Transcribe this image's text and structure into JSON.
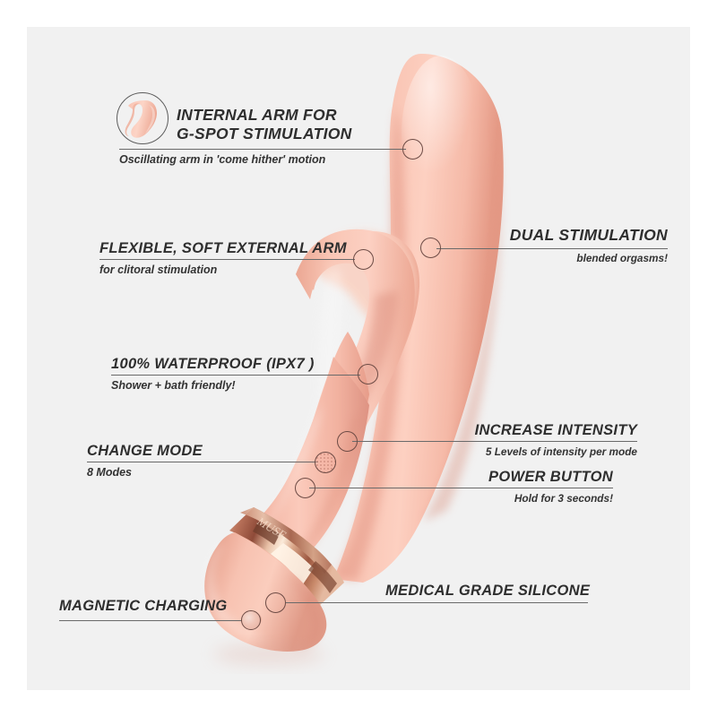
{
  "page": {
    "background_color": "#ffffff",
    "panel_color": "#f1f1f1",
    "product_color": "#f5b8a6",
    "accent_metal_color": "#c98a6e",
    "line_color": "#6a6a6a",
    "text_color": "#2e2e2e"
  },
  "callouts": [
    {
      "id": "internal-arm",
      "title_line1": "INTERNAL ARM FOR",
      "title_line2": "G-SPOT STIMULATION",
      "subtitle": "Oscillating arm in 'come hither' motion",
      "icon": "product-silhouette-icon",
      "align": "left"
    },
    {
      "id": "dual-stimulation",
      "title_line1": "DUAL STIMULATION",
      "subtitle": "blended orgasms!",
      "align": "right"
    },
    {
      "id": "flexible-arm",
      "title_line1": "FLEXIBLE, SOFT EXTERNAL ARM",
      "subtitle": "for clitoral stimulation",
      "align": "left"
    },
    {
      "id": "waterproof",
      "title_line1": "100% WATERPROOF (IPX7 )",
      "subtitle": "Shower + bath friendly!",
      "align": "left"
    },
    {
      "id": "increase-intensity",
      "title_line1": "INCREASE INTENSITY",
      "subtitle": "5 Levels of intensity per mode",
      "align": "right"
    },
    {
      "id": "change-mode",
      "title_line1": "CHANGE MODE",
      "subtitle": "8 Modes",
      "align": "left"
    },
    {
      "id": "power-button",
      "title_line1": "POWER BUTTON",
      "subtitle": "Hold for 3 seconds!",
      "align": "right"
    },
    {
      "id": "medical-grade-silicone",
      "title_line1": "MEDICAL GRADE SILICONE",
      "subtitle": "",
      "align": "left"
    },
    {
      "id": "magnetic-charging",
      "title_line1": "MAGNETIC CHARGING",
      "subtitle": "",
      "align": "left"
    }
  ],
  "product": {
    "name": "rabbit-vibrator",
    "band_engraving": "brand-engraving"
  }
}
